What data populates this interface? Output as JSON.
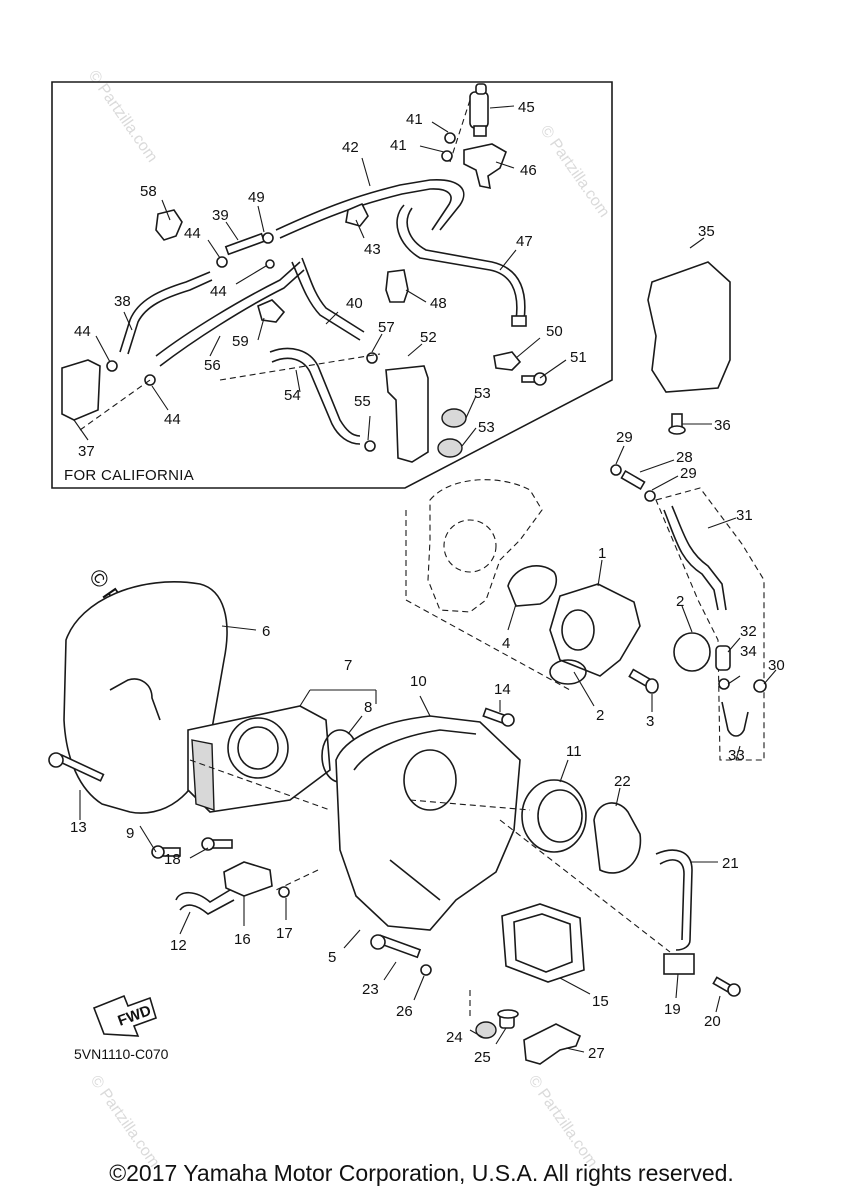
{
  "inset": {
    "label": "FOR CALIFORNIA"
  },
  "diagram_code": "5VN1110-C070",
  "copyright": "©2017 Yamaha Motor Corporation, U.S.A. All rights reserved.",
  "fwd_label": "FWD",
  "watermark": "© Partzilla.com",
  "callouts": [
    {
      "id": "45",
      "label": "45"
    },
    {
      "id": "41a",
      "label": "41"
    },
    {
      "id": "41b",
      "label": "41"
    },
    {
      "id": "46",
      "label": "46"
    },
    {
      "id": "42",
      "label": "42"
    },
    {
      "id": "58",
      "label": "58"
    },
    {
      "id": "49",
      "label": "49"
    },
    {
      "id": "39",
      "label": "39"
    },
    {
      "id": "44a",
      "label": "44"
    },
    {
      "id": "43",
      "label": "43"
    },
    {
      "id": "47",
      "label": "47"
    },
    {
      "id": "44b",
      "label": "44"
    },
    {
      "id": "48",
      "label": "48"
    },
    {
      "id": "38",
      "label": "38"
    },
    {
      "id": "40",
      "label": "40"
    },
    {
      "id": "50",
      "label": "50"
    },
    {
      "id": "59",
      "label": "59"
    },
    {
      "id": "57",
      "label": "57"
    },
    {
      "id": "44c",
      "label": "44"
    },
    {
      "id": "56",
      "label": "56"
    },
    {
      "id": "52",
      "label": "52"
    },
    {
      "id": "51",
      "label": "51"
    },
    {
      "id": "54",
      "label": "54"
    },
    {
      "id": "53a",
      "label": "53"
    },
    {
      "id": "55",
      "label": "55"
    },
    {
      "id": "44d",
      "label": "44"
    },
    {
      "id": "53b",
      "label": "53"
    },
    {
      "id": "37",
      "label": "37"
    },
    {
      "id": "35",
      "label": "35"
    },
    {
      "id": "36",
      "label": "36"
    },
    {
      "id": "29a",
      "label": "29"
    },
    {
      "id": "28",
      "label": "28"
    },
    {
      "id": "29b",
      "label": "29"
    },
    {
      "id": "31",
      "label": "31"
    },
    {
      "id": "1",
      "label": "1"
    },
    {
      "id": "2a",
      "label": "2"
    },
    {
      "id": "32",
      "label": "32"
    },
    {
      "id": "34",
      "label": "34"
    },
    {
      "id": "30",
      "label": "30"
    },
    {
      "id": "4",
      "label": "4"
    },
    {
      "id": "6",
      "label": "6"
    },
    {
      "id": "7",
      "label": "7"
    },
    {
      "id": "10",
      "label": "10"
    },
    {
      "id": "14",
      "label": "14"
    },
    {
      "id": "8",
      "label": "8"
    },
    {
      "id": "2b",
      "label": "2"
    },
    {
      "id": "3",
      "label": "3"
    },
    {
      "id": "33",
      "label": "33"
    },
    {
      "id": "11",
      "label": "11"
    },
    {
      "id": "22",
      "label": "22"
    },
    {
      "id": "13",
      "label": "13"
    },
    {
      "id": "9",
      "label": "9"
    },
    {
      "id": "18",
      "label": "18"
    },
    {
      "id": "21",
      "label": "21"
    },
    {
      "id": "17",
      "label": "17"
    },
    {
      "id": "16",
      "label": "16"
    },
    {
      "id": "12",
      "label": "12"
    },
    {
      "id": "5",
      "label": "5"
    },
    {
      "id": "23",
      "label": "23"
    },
    {
      "id": "26",
      "label": "26"
    },
    {
      "id": "15",
      "label": "15"
    },
    {
      "id": "19",
      "label": "19"
    },
    {
      "id": "20",
      "label": "20"
    },
    {
      "id": "24",
      "label": "24"
    },
    {
      "id": "25",
      "label": "25"
    },
    {
      "id": "27",
      "label": "27"
    }
  ]
}
